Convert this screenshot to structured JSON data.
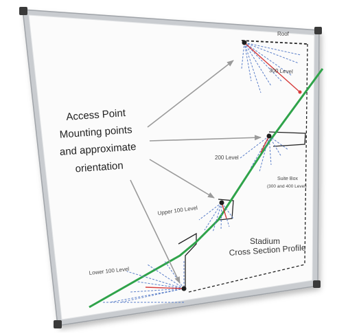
{
  "diagram": {
    "labels": {
      "roof": "Roof",
      "level_300": "300 Level",
      "level_200": "200 Level",
      "suite_box_line1": "Suite Box",
      "suite_box_line2": "(300 and 400 Level)",
      "upper_100": "Upper 100 Level",
      "lower_100": "Lower 100 Level",
      "title_line1": "Stadium",
      "title_line2": "Cross Section Profile"
    },
    "callout": {
      "line1": "Access Point",
      "line2": "Mounting points",
      "line3": "and approximate",
      "line4": "orientation"
    }
  },
  "colors": {
    "board_frame": "#c9ccd0",
    "board_surface": "#fbfbfb",
    "stadium_line": "#2fa34a",
    "coverage_lines": "#5b7fc9",
    "coverage_red": "#d63b3b",
    "outline": "#222222",
    "arrow": "#9a9a9a",
    "mount_dot": "#1e1e1e"
  }
}
